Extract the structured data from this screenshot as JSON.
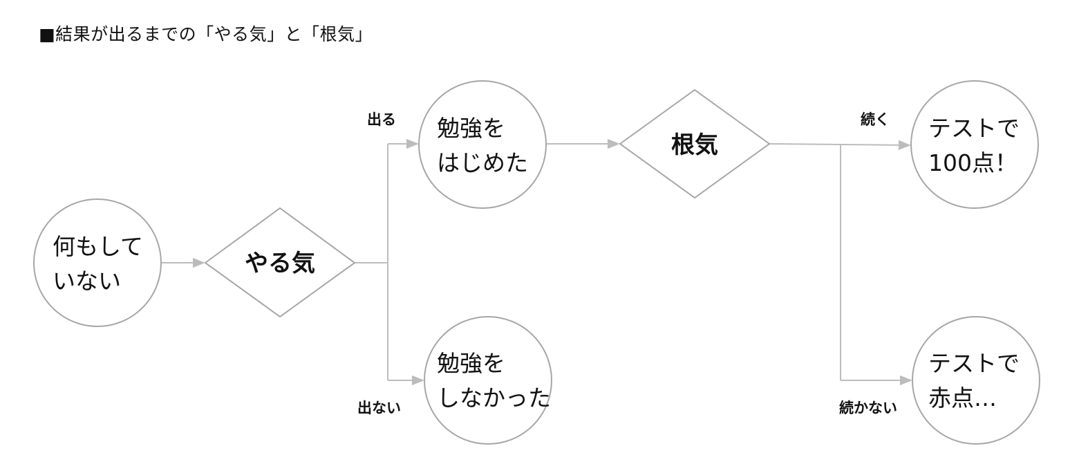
{
  "title": "■結果が出るまでの「やる気」と「根気」",
  "nodes": {
    "start": [
      "何もして",
      "いない"
    ],
    "study_started": [
      "勉強を",
      "はじめた"
    ],
    "no_study": [
      "勉強を",
      "しなかった"
    ],
    "test_100": [
      "テストで",
      "100点！"
    ],
    "test_fail": [
      "テストで",
      "赤点…"
    ]
  },
  "decisions": {
    "motivation": "やる気",
    "persistence": "根気"
  },
  "edge_labels": {
    "motivation_yes": "出る",
    "motivation_no": "出ない",
    "persistence_yes": "続く",
    "persistence_no": "続かない"
  },
  "colors": {
    "line": "#bcbcbc",
    "shape_stroke": "#a6a6a6",
    "text": "#111111"
  }
}
